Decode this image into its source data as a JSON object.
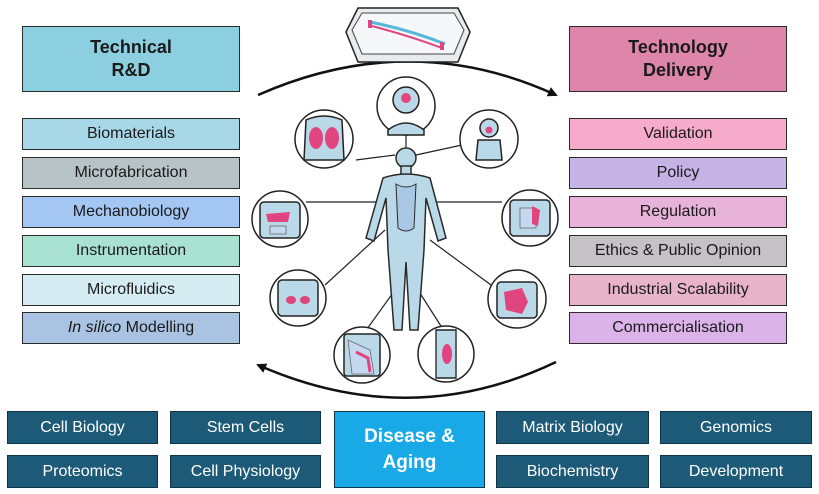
{
  "left_header": {
    "line1": "Technical",
    "line2": "R&D",
    "color": "#8ccfe0"
  },
  "right_header": {
    "line1": "Technology",
    "line2": "Delivery",
    "color": "#dd86a9"
  },
  "left_items": [
    {
      "label": "Biomaterials",
      "color": "#a8d8e8"
    },
    {
      "label": "Microfabrication",
      "color": "#b7c3c6"
    },
    {
      "label": "Mechanobiology",
      "color": "#a3c6f2"
    },
    {
      "label": "Instrumentation",
      "color": "#a9e2d2"
    },
    {
      "label": "Microfluidics",
      "color": "#d5ecf2"
    },
    {
      "label_italic": "In silico",
      "label_rest": " Modelling",
      "color": "#aac3e3"
    }
  ],
  "right_items": [
    {
      "label": "Validation",
      "color": "#f6abcb"
    },
    {
      "label": "Policy",
      "color": "#c5b3e6"
    },
    {
      "label": "Regulation",
      "color": "#e7b3d8"
    },
    {
      "label": "Ethics & Public Opinion",
      "color": "#c6c1c4"
    },
    {
      "label": "Industrial Scalability",
      "color": "#e8b4c9"
    },
    {
      "label": "Commercialisation",
      "color": "#dcb3e8"
    }
  ],
  "bottom": {
    "row1": [
      "Cell Biology",
      "Stem Cells",
      "Matrix Biology",
      "Genomics"
    ],
    "row2": [
      "Proteomics",
      "Cell Physiology",
      "Biochemistry",
      "Development"
    ],
    "center": {
      "line1": "Disease &",
      "line2": "Aging"
    }
  },
  "colors": {
    "body": "#b9d9e8",
    "organ": "#e0457f",
    "tissue": "#c6d8ef",
    "chip": "#55b7d9"
  }
}
